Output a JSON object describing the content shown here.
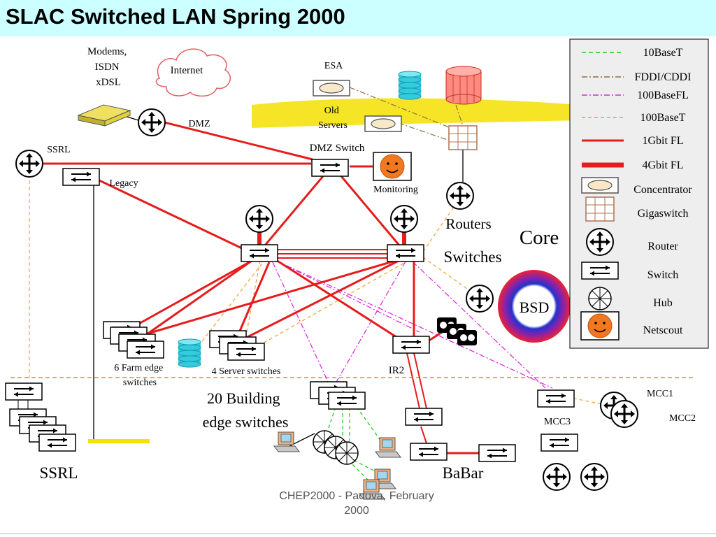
{
  "title": "SLAC Switched LAN Spring 2000",
  "footer": {
    "line1": "CHEP2000 - Padova, February",
    "line2": "2000"
  },
  "colors": {
    "title_bg": "#ccffff",
    "gigabit": "#e51c1c",
    "base10": "#22cc22",
    "fddi": "#8b6f47",
    "fl100": "#dd22dd",
    "base100": "#f0a030",
    "highlight": "#f5e000",
    "legend_bg": "#eeeeee"
  },
  "labels": {
    "modems": [
      "Modems,",
      "ISDN",
      "xDSL"
    ],
    "internet": "Internet",
    "dmz": "DMZ",
    "esa": "ESA",
    "old_servers": [
      "Old",
      "Servers"
    ],
    "dmz_switch": "DMZ Switch",
    "ssrl_top": "SSRL",
    "legacy": "Legacy",
    "monitoring": "Monitoring",
    "routers": "Routers",
    "core": "Core",
    "switches": "Switches",
    "bsd": "BSD",
    "farm": [
      "6 Farm edge",
      "switches"
    ],
    "server_switches": "4 Server switches",
    "ir2": "IR2",
    "building": [
      "20 Building",
      "edge switches"
    ],
    "mcc1": "MCC1",
    "mcc2": "MCC2",
    "mcc3": "MCC3",
    "ssrl_bottom": "SSRL",
    "babar": "BaBar"
  },
  "legend": [
    {
      "label": "10BaseT",
      "kind": "line",
      "style": "base10"
    },
    {
      "label": "FDDI/CDDI",
      "kind": "line",
      "style": "fddi"
    },
    {
      "label": "100BaseFL",
      "kind": "line",
      "style": "fl100"
    },
    {
      "label": "100BaseT",
      "kind": "line",
      "style": "base100"
    },
    {
      "label": "1Gbit FL",
      "kind": "line",
      "style": "gig1"
    },
    {
      "label": "4Gbit FL",
      "kind": "line",
      "style": "gig4"
    },
    {
      "label": "Concentrator",
      "kind": "icon",
      "icon": "concentrator-icon"
    },
    {
      "label": "Gigaswitch",
      "kind": "icon",
      "icon": "gigaswitch-icon"
    },
    {
      "label": "Router",
      "kind": "icon",
      "icon": "router-icon"
    },
    {
      "label": "Switch",
      "kind": "icon",
      "icon": "switch-icon"
    },
    {
      "label": "Hub",
      "kind": "icon",
      "icon": "hub-icon"
    },
    {
      "label": "Netscout",
      "kind": "icon",
      "icon": "netscout-icon"
    }
  ]
}
